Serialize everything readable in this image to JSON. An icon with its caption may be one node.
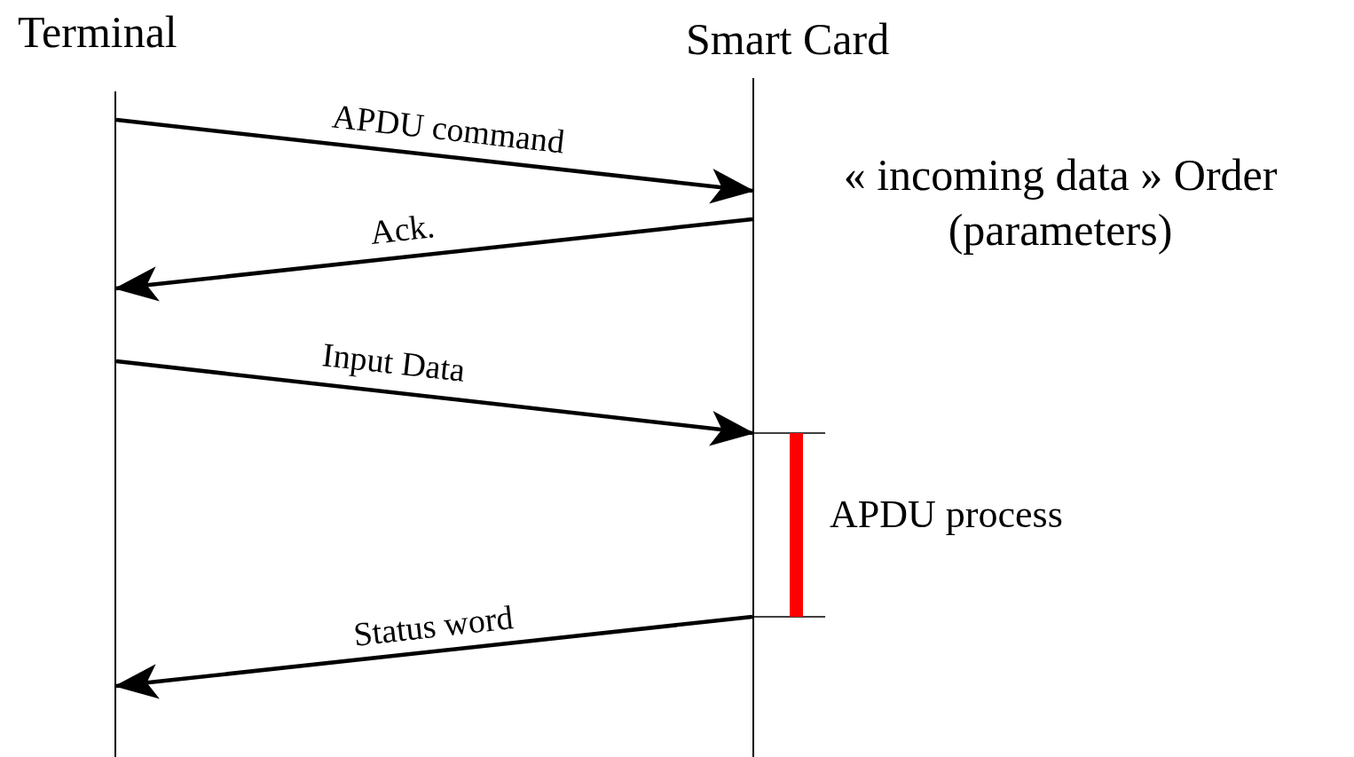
{
  "diagram": {
    "nodes": [
      {
        "text": [
          "Terminal"
        ]
      },
      {
        "text": [
          "Smart Card"
        ]
      }
    ],
    "edges": [
      {
        "from": 0,
        "to": 1,
        "label": "APDU command",
        "arrow": "to"
      },
      {
        "from": 1,
        "to": 0,
        "label": "Ack.",
        "arrow": "to"
      },
      {
        "from": 0,
        "to": 1,
        "label": "Input Data",
        "arrow": "to"
      },
      {
        "from": 1,
        "to": 0,
        "label": "Status word",
        "arrow": "to"
      }
    ],
    "labels": [
      "« incoming data » Order (parameters)",
      "APDU process"
    ]
  }
}
